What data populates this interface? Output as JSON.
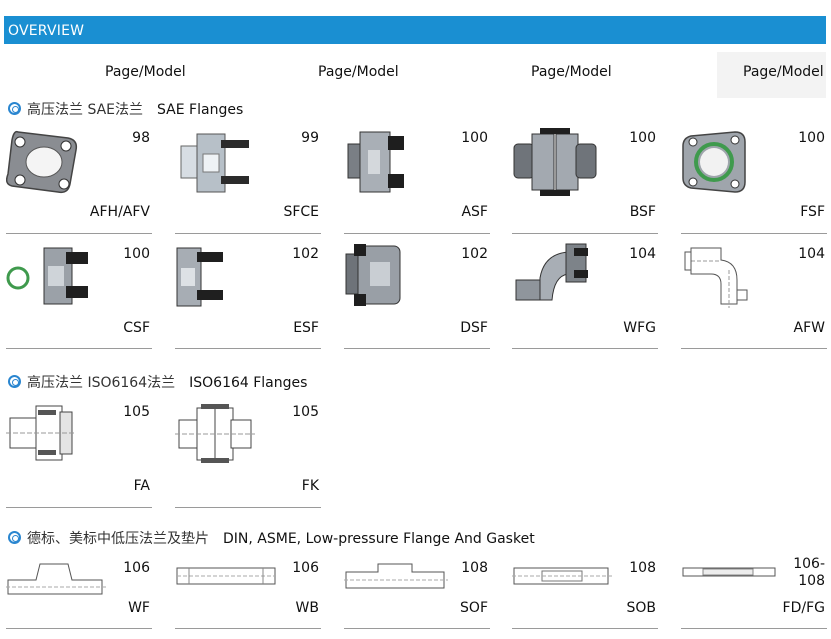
{
  "header": {
    "title": "OVERVIEW"
  },
  "columns": [
    "Page/Model",
    "Page/Model",
    "Page/Model",
    "Page/Model"
  ],
  "sections": [
    {
      "cn": "高压法兰 SAE法兰",
      "en": "SAE Flanges",
      "items": [
        {
          "page": "98",
          "model": "AFH/AFV"
        },
        {
          "page": "99",
          "model": "SFCE"
        },
        {
          "page": "100",
          "model": "ASF"
        },
        {
          "page": "100",
          "model": "BSF"
        },
        {
          "page": "100",
          "model": "FSF"
        },
        {
          "page": "100",
          "model": "CSF"
        },
        {
          "page": "102",
          "model": "ESF"
        },
        {
          "page": "102",
          "model": "DSF"
        },
        {
          "page": "104",
          "model": "WFG"
        },
        {
          "page": "104",
          "model": "AFW"
        }
      ]
    },
    {
      "cn": "高压法兰 ISO6164法兰",
      "en": "ISO6164 Flanges",
      "items": [
        {
          "page": "105",
          "model": "FA"
        },
        {
          "page": "105",
          "model": "FK"
        }
      ]
    },
    {
      "cn": "德标、美标中低压法兰及垫片",
      "en": "DIN, ASME, Low-pressure Flange And Gasket",
      "items": [
        {
          "page": "106",
          "model": "WF"
        },
        {
          "page": "106",
          "model": "WB"
        },
        {
          "page": "108",
          "model": "SOF"
        },
        {
          "page": "108",
          "model": "SOB"
        },
        {
          "page": "106-108",
          "model": "FD/FG"
        }
      ]
    }
  ]
}
